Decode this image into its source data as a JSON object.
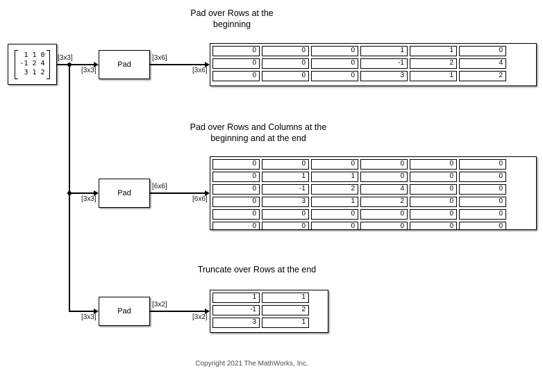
{
  "source_block": {
    "matrix_rows": [
      "1 1 0",
      "-1 2 4",
      "3 1 2"
    ],
    "output_signal": "[3x3]"
  },
  "sections": [
    {
      "title": [
        "Pad over Rows at the",
        "beginning"
      ],
      "block_label": "Pad",
      "input_signal": "[3x3]",
      "output_signal": "[3x6]",
      "display_signal": "[3x6]",
      "display_values": [
        [
          "0",
          "0",
          "0",
          "1",
          "1",
          "0"
        ],
        [
          "0",
          "0",
          "0",
          "-1",
          "2",
          "4"
        ],
        [
          "0",
          "0",
          "0",
          "3",
          "1",
          "2"
        ]
      ]
    },
    {
      "title": [
        "Pad over Rows and Columns at the",
        "beginning and at the end"
      ],
      "block_label": "Pad",
      "input_signal": "[3x3]",
      "output_signal": "[6x6]",
      "display_signal": "[6x6]",
      "display_values": [
        [
          "0",
          "0",
          "0",
          "0",
          "0",
          "0"
        ],
        [
          "0",
          "1",
          "1",
          "0",
          "0",
          "0"
        ],
        [
          "0",
          "-1",
          "2",
          "4",
          "0",
          "0"
        ],
        [
          "0",
          "3",
          "1",
          "2",
          "0",
          "0"
        ],
        [
          "0",
          "0",
          "0",
          "0",
          "0",
          "0"
        ],
        [
          "0",
          "0",
          "0",
          "0",
          "0",
          "0"
        ]
      ]
    },
    {
      "title": [
        "Truncate over Rows at the end"
      ],
      "block_label": "Pad",
      "input_signal": "[3x3]",
      "output_signal": "[3x2]",
      "display_signal": "[3x2]",
      "display_values": [
        [
          "1",
          "1"
        ],
        [
          "-1",
          "2"
        ],
        [
          "3",
          "1"
        ]
      ]
    }
  ],
  "copyright": "Copyright 2021 The MathWorks, Inc."
}
